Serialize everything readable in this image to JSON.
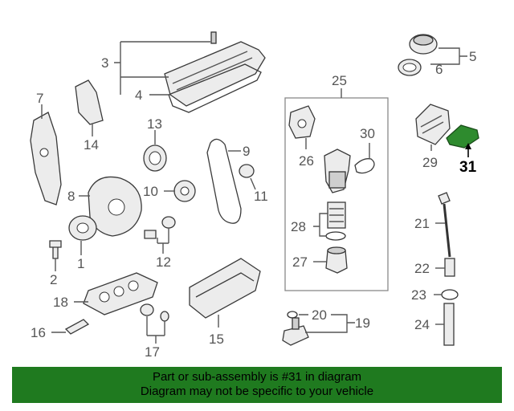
{
  "callouts": {
    "c1": "1",
    "c2": "2",
    "c3": "3",
    "c4": "4",
    "c5": "5",
    "c6": "6",
    "c7": "7",
    "c8": "8",
    "c9": "9",
    "c10": "10",
    "c11": "11",
    "c12": "12",
    "c13": "13",
    "c14": "14",
    "c15": "15",
    "c16": "16",
    "c17": "17",
    "c18": "18",
    "c19": "19",
    "c20": "20",
    "c21": "21",
    "c22": "22",
    "c23": "23",
    "c24": "24",
    "c25": "25",
    "c26": "26",
    "c27": "27",
    "c28": "28",
    "c29": "29",
    "c30": "30",
    "c31": "31"
  },
  "highlighted_part": "31",
  "colors": {
    "highlight": "#2e8b2e",
    "banner": "#1f7a1f"
  },
  "banner": {
    "line1": "Part or sub-assembly is #31 in diagram",
    "line2": "Diagram may not be specific to your vehicle"
  }
}
